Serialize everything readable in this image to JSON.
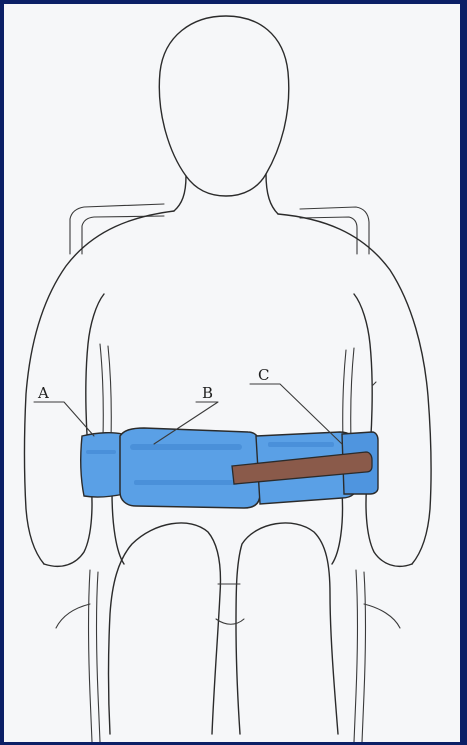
{
  "diagram": {
    "labels": {
      "a": "A",
      "b": "B",
      "c": "C"
    },
    "colors": {
      "frame": "#0b1f66",
      "paper": "#f6f7f9",
      "belt_blue": "#5aa0e6",
      "belt_blue_dark": "#3e84cf",
      "strap_brown": "#8a5a4a"
    }
  }
}
